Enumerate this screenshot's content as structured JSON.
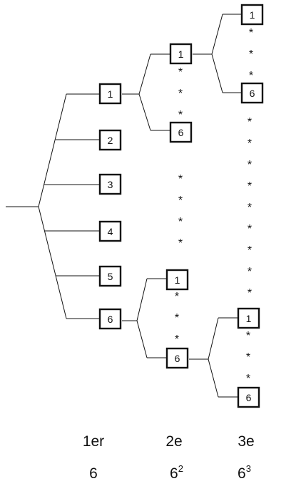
{
  "boxes": {
    "level1": [
      "1",
      "2",
      "3",
      "4",
      "5",
      "6"
    ],
    "level2_top": [
      "1",
      "6"
    ],
    "level2_bottom": [
      "1",
      "6"
    ],
    "level3_top": [
      "1",
      "6"
    ],
    "level3_bottom": [
      "1",
      "6"
    ]
  },
  "ellipsis_mark": "*",
  "footer": {
    "levels": [
      {
        "label": "1er",
        "count_base": "6",
        "count_exp": ""
      },
      {
        "label": "2e",
        "count_base": "6",
        "count_exp": "2"
      },
      {
        "label": "3e",
        "count_base": "6",
        "count_exp": "3"
      }
    ]
  }
}
